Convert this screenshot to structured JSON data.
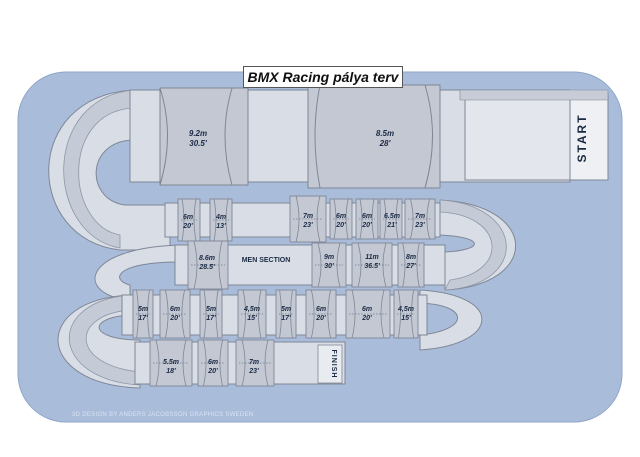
{
  "title": "BMX Racing pálya terv",
  "start_label": "START",
  "finish_label": "FINISH",
  "credit": "3D DESIGN BY ANDERS JACOBSSON GRAPHICS SWEDEN",
  "colors": {
    "background": "#a9bddb",
    "track": "#d9dde6",
    "track_dark": "#b9c0cd",
    "outline": "#7f8796"
  },
  "sections": {
    "row1": [
      {
        "m": "9.2m",
        "ft": "30.5'"
      },
      {
        "m": "8.5m",
        "ft": "28'"
      }
    ],
    "row2_left": [
      {
        "m": "6m",
        "ft": "20'"
      },
      {
        "m": "4m",
        "ft": "13'"
      }
    ],
    "row2_right": [
      {
        "m": "7m",
        "ft": "23'"
      },
      {
        "m": "6m",
        "ft": "20'"
      },
      {
        "m": "6m",
        "ft": "20'"
      },
      {
        "m": "6.5m",
        "ft": "21'"
      },
      {
        "m": "7m",
        "ft": "23'"
      }
    ],
    "row3": {
      "first": {
        "m": "8.6m",
        "ft": "28.5'"
      },
      "men_section": "MEN SECTION",
      "rest": [
        {
          "m": "9m",
          "ft": "30'"
        },
        {
          "m": "11m",
          "ft": "36.5'"
        },
        {
          "m": "8m",
          "ft": "27'"
        }
      ]
    },
    "row4": [
      {
        "m": "5m",
        "ft": "17'"
      },
      {
        "m": "6m",
        "ft": "20'"
      },
      {
        "m": "5m",
        "ft": "17'"
      },
      {
        "m": "4,5m",
        "ft": "15'"
      },
      {
        "m": "5m",
        "ft": "17'"
      },
      {
        "m": "6m",
        "ft": "20'"
      },
      {
        "m": "6m",
        "ft": "20'"
      },
      {
        "m": "4,5m",
        "ft": "15'"
      }
    ],
    "row5": [
      {
        "m": "5.5m",
        "ft": "18'"
      },
      {
        "m": "6m",
        "ft": "20'"
      },
      {
        "m": "7m",
        "ft": "23'"
      }
    ]
  }
}
